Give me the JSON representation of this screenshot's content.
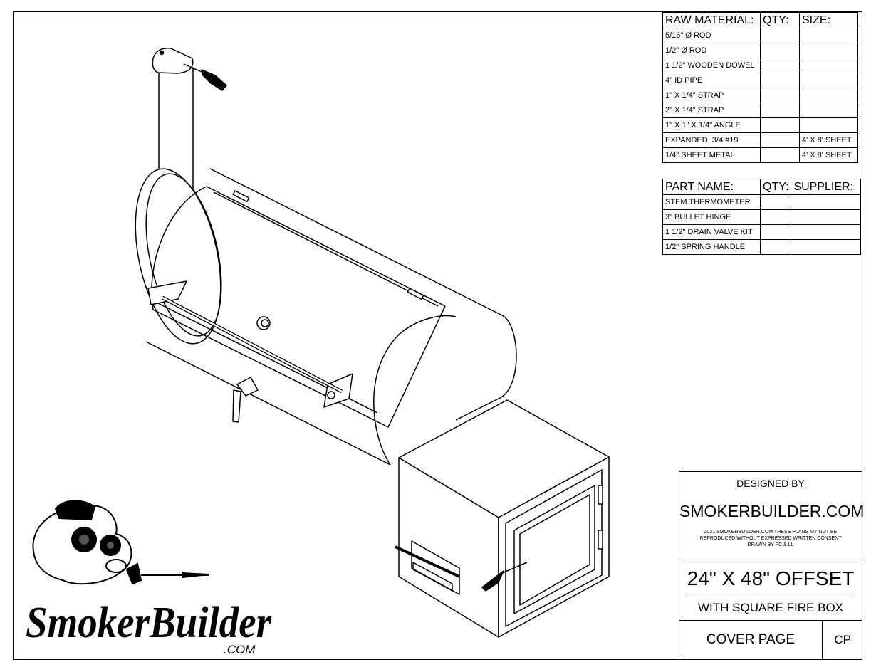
{
  "raw_material_table": {
    "headers": [
      "RAW MATERIAL:",
      "QTY:",
      "SIZE:"
    ],
    "rows": [
      {
        "name": "5/16\" Ø ROD",
        "qty": "",
        "size": ""
      },
      {
        "name": "1/2\" Ø ROD",
        "qty": "",
        "size": ""
      },
      {
        "name": "1 1/2\" WOODEN DOWEL",
        "qty": "",
        "size": ""
      },
      {
        "name": "4\" ID PIPE",
        "qty": "",
        "size": ""
      },
      {
        "name": "1\" X 1/4\" STRAP",
        "qty": "",
        "size": ""
      },
      {
        "name": "2\" X 1/4\" STRAP",
        "qty": "",
        "size": ""
      },
      {
        "name": "1\" X 1\" X 1/4\" ANGLE",
        "qty": "",
        "size": ""
      },
      {
        "name": "EXPANDED, 3/4 #19",
        "qty": "",
        "size": "4' X 8' SHEET"
      },
      {
        "name": "1/4\" SHEET METAL",
        "qty": "",
        "size": "4' X 8' SHEET"
      }
    ]
  },
  "parts_table": {
    "headers": [
      "PART NAME:",
      "QTY:",
      "SUPPLIER:"
    ],
    "rows": [
      {
        "name": "STEM THERMOMETER",
        "qty": "",
        "supplier": ""
      },
      {
        "name": "3\" BULLET HINGE",
        "qty": "",
        "supplier": ""
      },
      {
        "name": "1 1/2\" DRAIN VALVE KIT",
        "qty": "",
        "supplier": ""
      },
      {
        "name": "1/2\" SPRING HANDLE",
        "qty": "",
        "supplier": ""
      }
    ]
  },
  "title_block": {
    "designed_by": "DESIGNED BY",
    "company": "SMOKERBUILDER.COM",
    "legal": "2021 SMOKERBUILDER.COM THESE PLANS MY NOT BE REPRODUCED WITHOUT EXPRESSED WRITTEN CONSENT DRAWN BY FC & LL",
    "title": "24\" X 48\" OFFSET",
    "subtitle": "WITH SQUARE FIRE BOX",
    "page_name": "COVER PAGE",
    "page_code": "CP"
  },
  "logo": {
    "wordmark": "SmokerBuilder",
    "suffix": ".COM"
  }
}
